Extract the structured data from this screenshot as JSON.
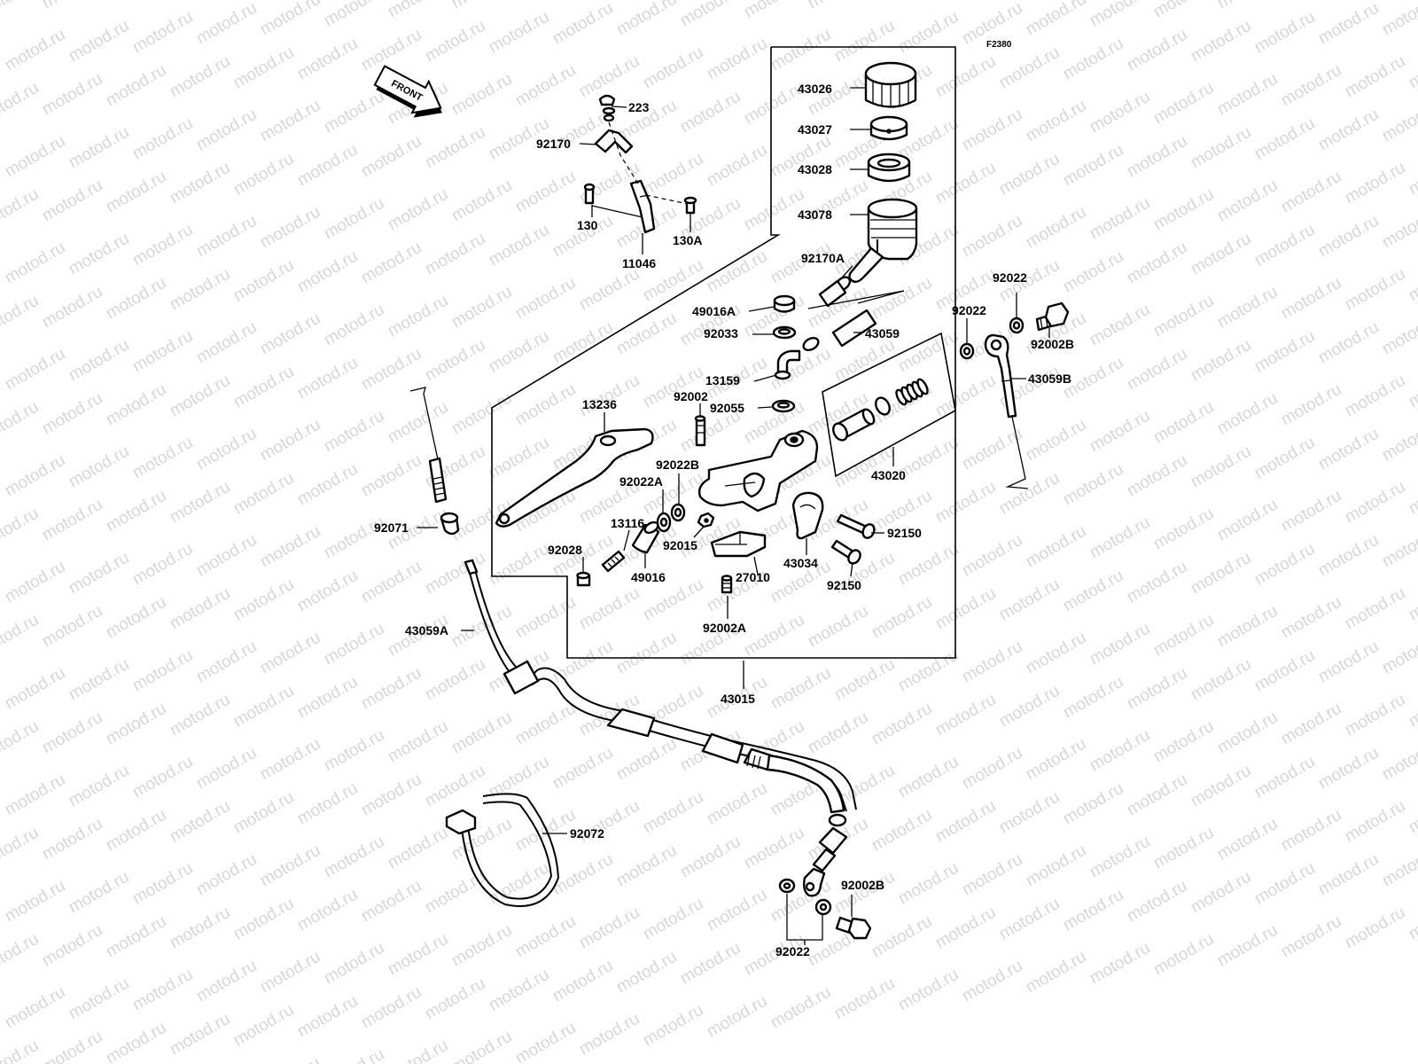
{
  "figure": {
    "code": "F2380",
    "front_label": "FRONT",
    "watermark": "motod.ru"
  },
  "parts": [
    {
      "id": "43026"
    },
    {
      "id": "43027"
    },
    {
      "id": "43028"
    },
    {
      "id": "43078"
    },
    {
      "id": "92170A"
    },
    {
      "id": "49016A"
    },
    {
      "id": "92033"
    },
    {
      "id": "43059"
    },
    {
      "id": "13159"
    },
    {
      "id": "92002"
    },
    {
      "id": "92055"
    },
    {
      "id": "13236"
    },
    {
      "id": "92022B"
    },
    {
      "id": "92022A"
    },
    {
      "id": "43020"
    },
    {
      "id": "13116"
    },
    {
      "id": "92028"
    },
    {
      "id": "92015"
    },
    {
      "id": "49016"
    },
    {
      "id": "27010"
    },
    {
      "id": "43034"
    },
    {
      "id": "92150"
    },
    {
      "id": "92150"
    },
    {
      "id": "92002A"
    },
    {
      "id": "43015"
    },
    {
      "id": "223"
    },
    {
      "id": "92170"
    },
    {
      "id": "130"
    },
    {
      "id": "130A"
    },
    {
      "id": "11046"
    },
    {
      "id": "92022"
    },
    {
      "id": "92022"
    },
    {
      "id": "92002B"
    },
    {
      "id": "43059B"
    },
    {
      "id": "92071"
    },
    {
      "id": "43059A"
    },
    {
      "id": "92072"
    },
    {
      "id": "92002B"
    },
    {
      "id": "92022"
    }
  ]
}
